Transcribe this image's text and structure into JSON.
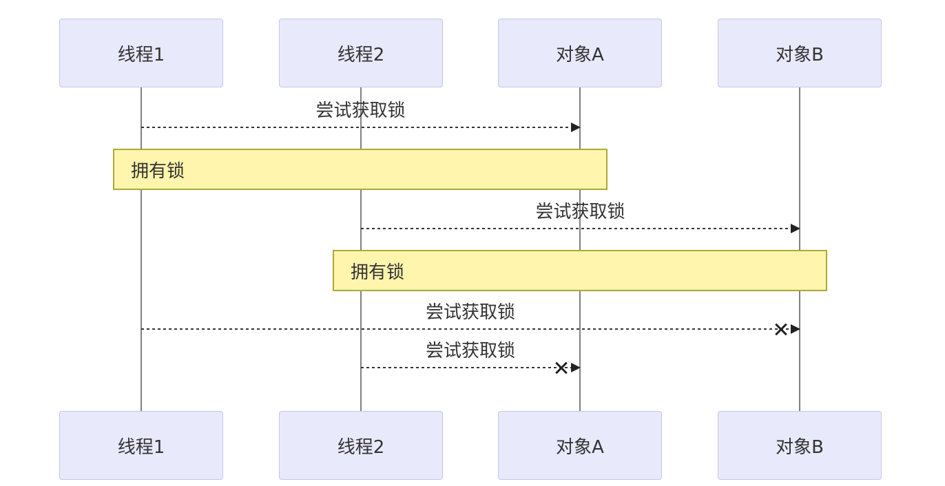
{
  "diagram": {
    "kind": "sequence-diagram",
    "participants": [
      {
        "label": "线程1"
      },
      {
        "label": "线程2"
      },
      {
        "label": "对象A"
      },
      {
        "label": "对象B"
      }
    ],
    "messages": [
      {
        "from": "线程1",
        "to": "对象A",
        "label": "尝试获取锁",
        "line": "dashed",
        "outcome": "delivered"
      },
      {
        "from": "线程2",
        "to": "对象B",
        "label": "尝试获取锁",
        "line": "dashed",
        "outcome": "delivered"
      },
      {
        "from": "线程1",
        "to": "对象B",
        "label": "尝试获取锁",
        "line": "dashed",
        "outcome": "blocked-x"
      },
      {
        "from": "线程2",
        "to": "对象A",
        "label": "尝试获取锁",
        "line": "dashed",
        "outcome": "blocked-x"
      }
    ],
    "notes": [
      {
        "over": "线程1,对象A",
        "label": "拥有锁"
      },
      {
        "over": "线程2,对象B",
        "label": "拥有锁"
      }
    ],
    "colors": {
      "participant_fill": "#E9E9FC",
      "participant_border": "#C5C5E8",
      "note_fill": "#FFF5AD",
      "note_border": "#AAAA33",
      "lifeline": "#808080",
      "message_line": "#333333",
      "text": "#333333",
      "background": "#FFFFFF"
    }
  }
}
